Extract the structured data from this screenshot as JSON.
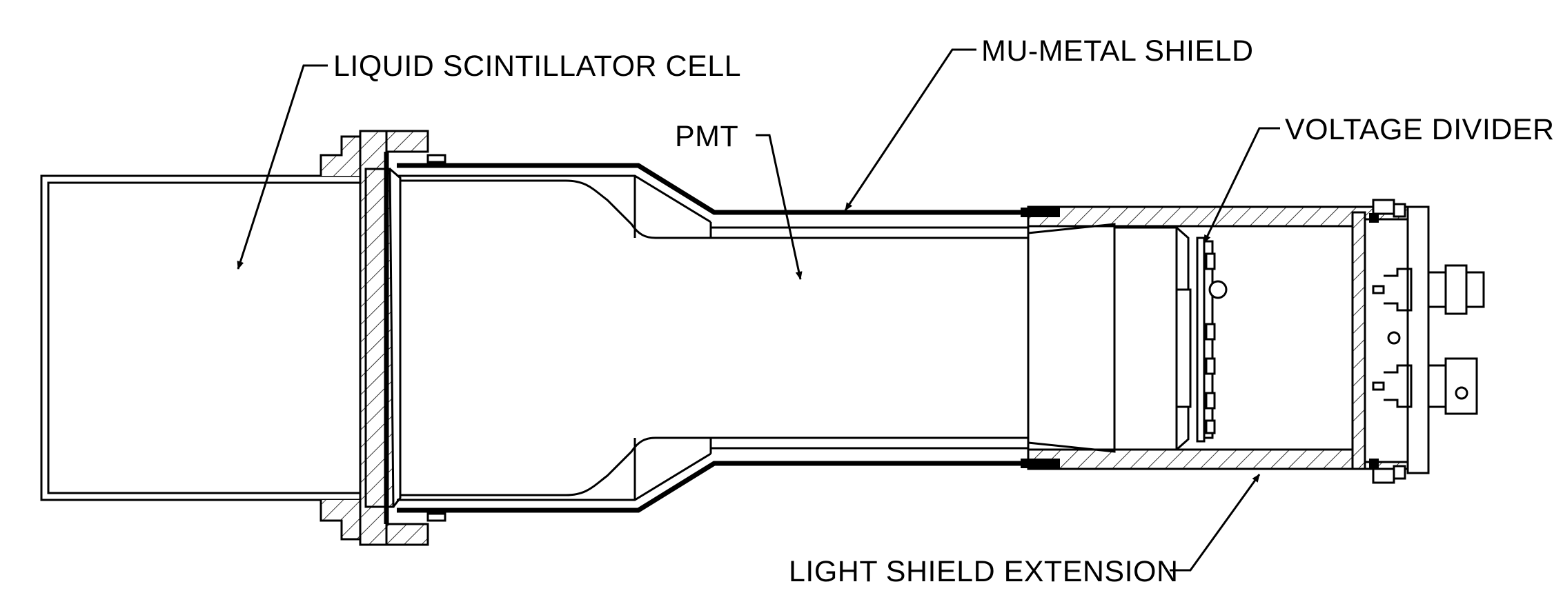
{
  "labels": {
    "liquid_scintillator_cell": "LIQUID SCINTILLATOR CELL",
    "mu_metal_shield": "MU-METAL SHIELD",
    "pmt": "PMT",
    "voltage_divider": "VOLTAGE DIVIDER",
    "light_shield_extension": "LIGHT SHIELD EXTENSION"
  }
}
